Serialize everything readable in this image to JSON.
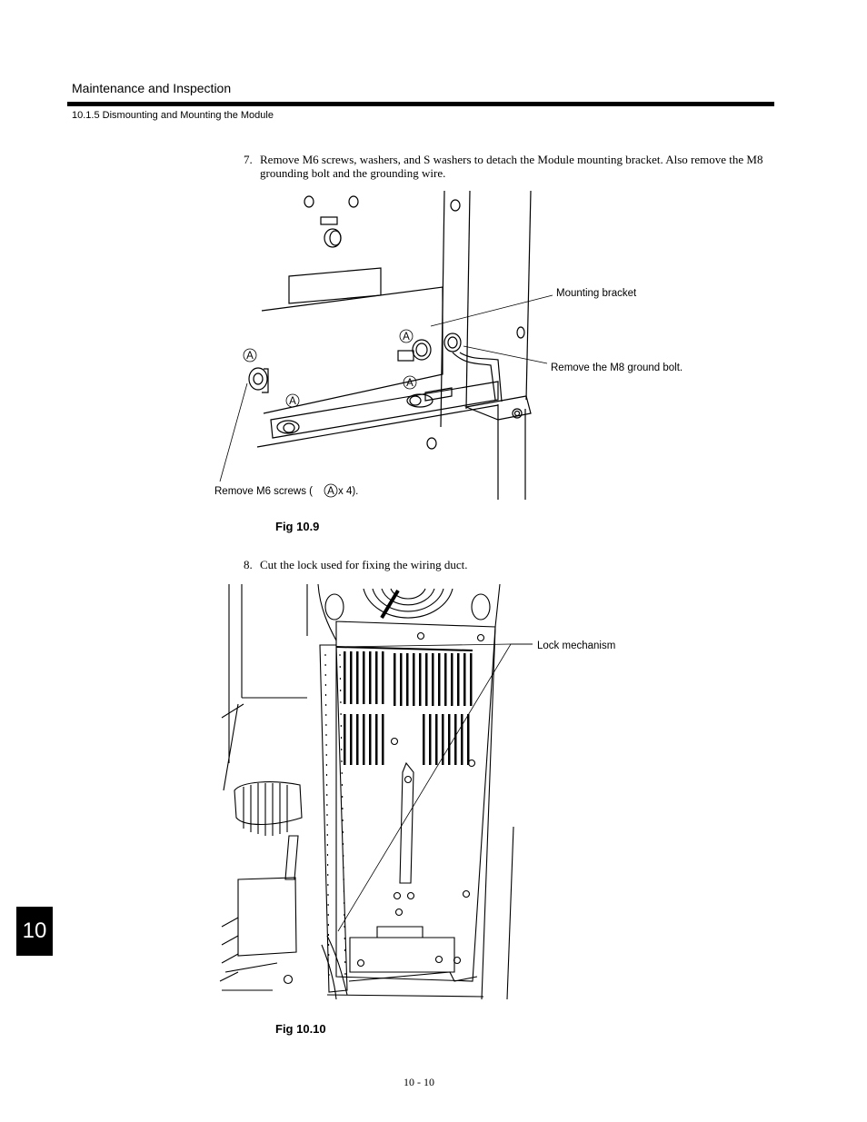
{
  "header": {
    "section_title": "Maintenance and Inspection",
    "subsection": "10.1.5  Dismounting and Mounting the Module"
  },
  "steps": [
    {
      "number": "7.",
      "line1": "Remove M6 screws, washers, and S washers to detach the Module mounting bracket. Also remove the M8",
      "line2": "grounding bolt and the grounding wire."
    },
    {
      "number": "8.",
      "line1": "Cut the lock used for fixing the wiring duct."
    }
  ],
  "fig9": {
    "callout_mounting_bracket": "Mounting bracket",
    "callout_ground_bolt": "Remove the M8 ground bolt.",
    "callout_screws_prefix": "Remove M6 screws (",
    "callout_screws_suffix": "x 4).",
    "marker": "A",
    "caption": "Fig 10.9"
  },
  "fig10": {
    "callout_lock": "Lock mechanism",
    "caption": "Fig 10.10"
  },
  "chapter_tab": "10",
  "page_number": "10 - 10"
}
